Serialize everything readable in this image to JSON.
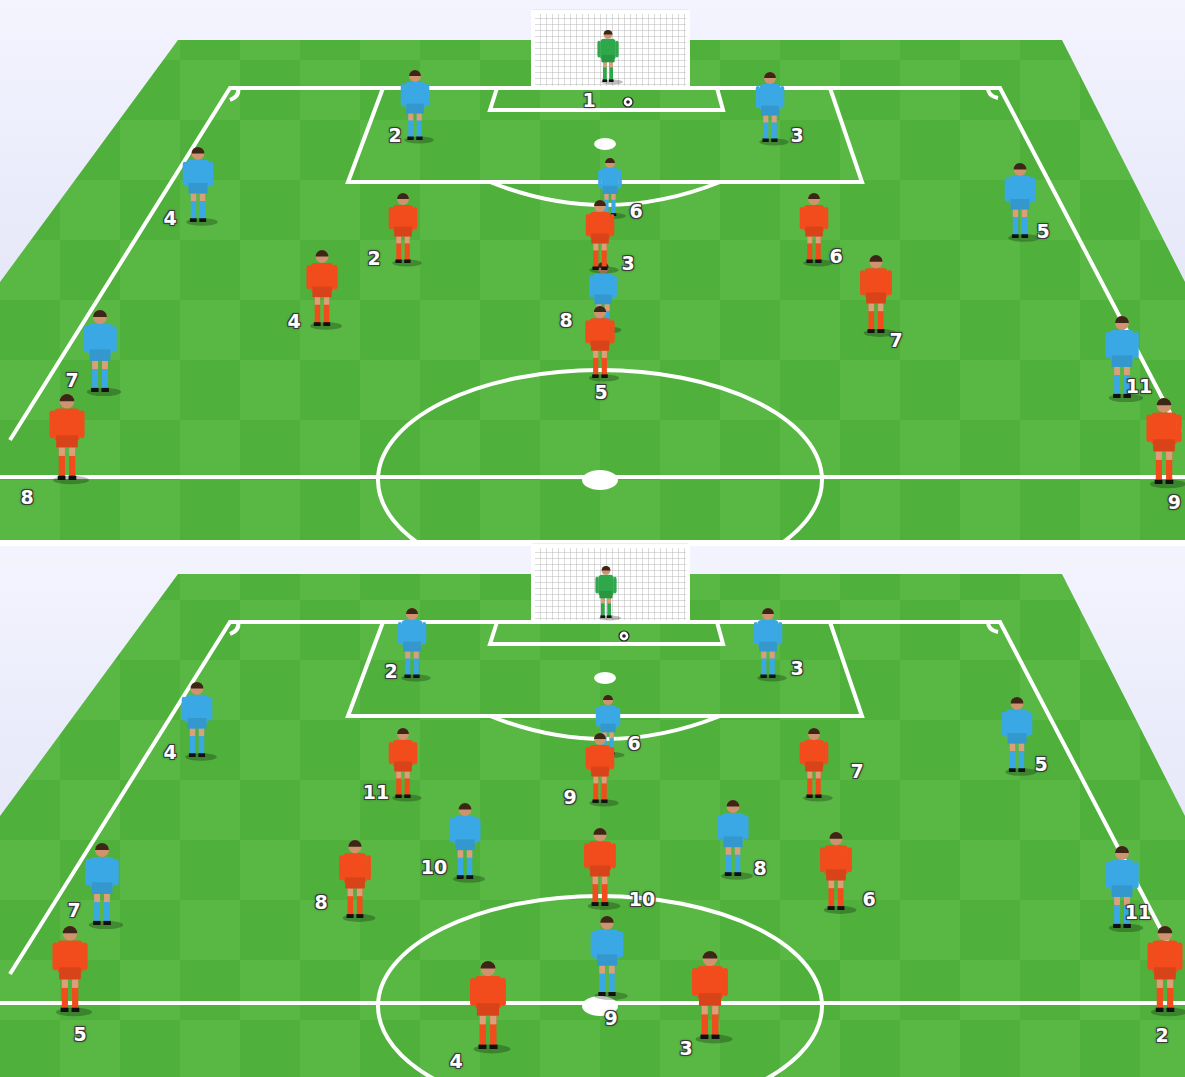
{
  "diagram": {
    "labels": [
      "1",
      "2",
      "3",
      "6",
      "4",
      "5",
      "2",
      "6",
      "3",
      "4",
      "8",
      "7",
      "5",
      "7",
      "11",
      "8",
      "9",
      "2",
      "3",
      "6",
      "4",
      "5",
      "11",
      "9",
      "7",
      "10",
      "8",
      "8",
      "10",
      "6",
      "7",
      "11",
      "5",
      "9",
      "4",
      "3",
      "2"
    ]
  }
}
